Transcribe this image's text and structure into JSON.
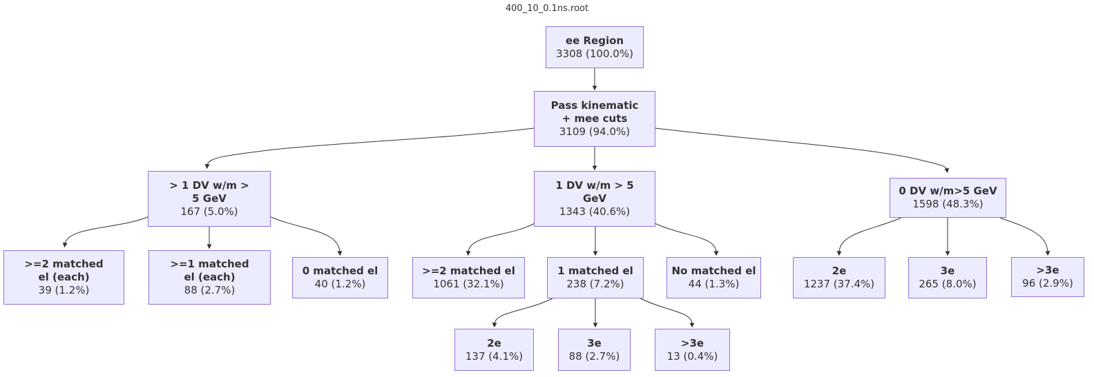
{
  "title": "400_10_0.1ns.root",
  "colors": {
    "node_fill": "#ECECFF",
    "node_border": "#9370DB",
    "edge": "#333333",
    "text": "#333333",
    "background": "#ffffff"
  },
  "nodes": [
    {
      "id": "ee-region",
      "label": "ee Region",
      "value": "3308 (100.0%)"
    },
    {
      "id": "pass-kinematic",
      "label": "Pass kinematic + mee cuts",
      "value": "3109 (94.0%)"
    },
    {
      "id": "gt1-dv",
      "label": "> 1 DV w/m > 5 GeV",
      "value": "167 (5.0%)"
    },
    {
      "id": "one-dv",
      "label": "1 DV w/m > 5 GeV",
      "value": "1343 (40.6%)"
    },
    {
      "id": "zero-dv",
      "label": "0 DV w/m>5 GeV",
      "value": "1598 (48.3%)"
    },
    {
      "id": "ge2-matched-each",
      "label": ">=2 matched el (each)",
      "value": "39 (1.2%)"
    },
    {
      "id": "ge1-matched-each",
      "label": ">=1 matched el (each)",
      "value": "88 (2.7%)"
    },
    {
      "id": "zero-matched",
      "label": "0 matched el",
      "value": "40 (1.2%)"
    },
    {
      "id": "ge2-matched",
      "label": ">=2 matched el",
      "value": "1061 (32.1%)"
    },
    {
      "id": "one-matched",
      "label": "1 matched el",
      "value": "238 (7.2%)"
    },
    {
      "id": "no-matched",
      "label": "No matched el",
      "value": "44 (1.3%)"
    },
    {
      "id": "zero-dv-2e",
      "label": "2e",
      "value": "1237 (37.4%)"
    },
    {
      "id": "zero-dv-3e",
      "label": "3e",
      "value": "265 (8.0%)"
    },
    {
      "id": "zero-dv-gt3e",
      "label": ">3e",
      "value": "96 (2.9%)"
    },
    {
      "id": "one-matched-2e",
      "label": "2e",
      "value": "137 (4.1%)"
    },
    {
      "id": "one-matched-3e",
      "label": "3e",
      "value": "88 (2.7%)"
    },
    {
      "id": "one-matched-gt3e",
      "label": ">3e",
      "value": "13 (0.4%)"
    }
  ],
  "edges": [
    {
      "from": "ee-region",
      "to": "pass-kinematic"
    },
    {
      "from": "pass-kinematic",
      "to": "gt1-dv"
    },
    {
      "from": "pass-kinematic",
      "to": "one-dv"
    },
    {
      "from": "pass-kinematic",
      "to": "zero-dv"
    },
    {
      "from": "gt1-dv",
      "to": "ge2-matched-each"
    },
    {
      "from": "gt1-dv",
      "to": "ge1-matched-each"
    },
    {
      "from": "gt1-dv",
      "to": "zero-matched"
    },
    {
      "from": "one-dv",
      "to": "ge2-matched"
    },
    {
      "from": "one-dv",
      "to": "one-matched"
    },
    {
      "from": "one-dv",
      "to": "no-matched"
    },
    {
      "from": "zero-dv",
      "to": "zero-dv-2e"
    },
    {
      "from": "zero-dv",
      "to": "zero-dv-3e"
    },
    {
      "from": "zero-dv",
      "to": "zero-dv-gt3e"
    },
    {
      "from": "one-matched",
      "to": "one-matched-2e"
    },
    {
      "from": "one-matched",
      "to": "one-matched-3e"
    },
    {
      "from": "one-matched",
      "to": "one-matched-gt3e"
    }
  ]
}
